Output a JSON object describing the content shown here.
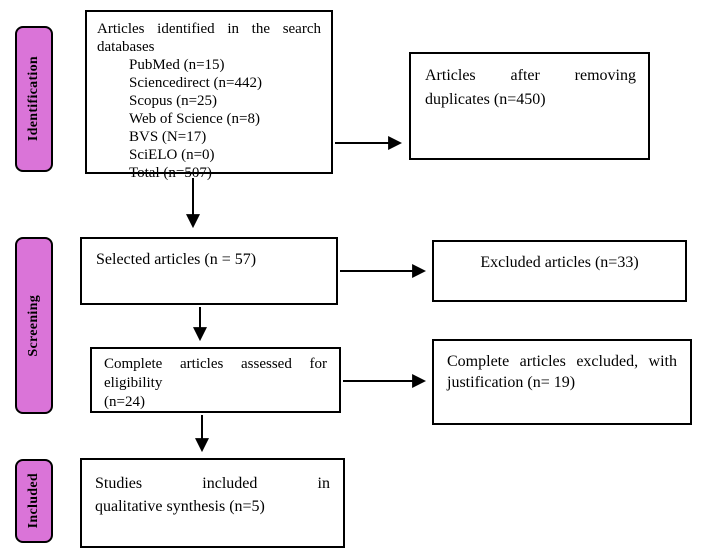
{
  "stages": [
    {
      "label": "Identification"
    },
    {
      "label": "Screening"
    },
    {
      "label": "Included"
    }
  ],
  "boxes": {
    "identified": {
      "line1": "Articles identified in the search",
      "line2": "databases",
      "items": [
        "PubMed (n=15)",
        "Sciencedirect (n=442)",
        "Scopus (n=25)",
        "Web of Science (n=8)",
        "BVS (N=17)",
        "SciELO (n=0)",
        "Total (n=507)"
      ]
    },
    "duplicates": {
      "line1": "Articles after removing",
      "line2": "duplicates (n=450)"
    },
    "selected": {
      "text": "Selected articles (n = 57)"
    },
    "excluded": {
      "text": "Excluded articles (n=33)"
    },
    "eligibility": {
      "line1": "Complete articles assessed for",
      "line2": "eligibility",
      "line3": "(n=24)"
    },
    "excluded_justified": {
      "line1": "Complete articles excluded, with",
      "line2": "justification (n= 19)"
    },
    "qualitative": {
      "line1": "Studies included in",
      "line2": "qualitative synthesis (n=5)"
    }
  },
  "colors": {
    "stage_fill": "#DA74D8",
    "box_border": "#000000",
    "arrow": "#000000"
  }
}
